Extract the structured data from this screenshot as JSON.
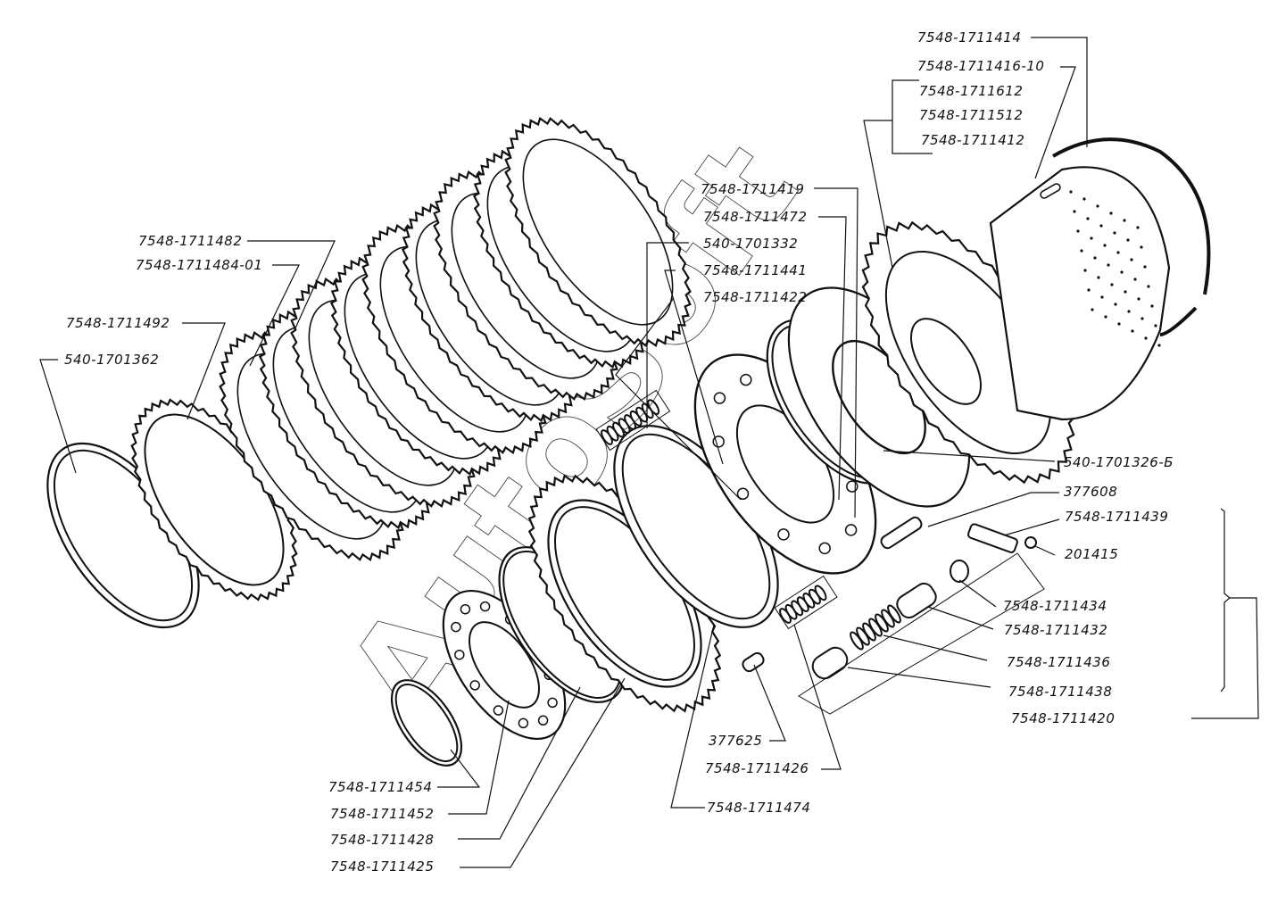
{
  "title": "Clutch assembly exploded view",
  "watermark": "AutoSoft",
  "colors": {
    "ink": "#111111",
    "background": "#ffffff"
  },
  "callouts": [
    {
      "id": "c1",
      "part": "7548-1711414"
    },
    {
      "id": "c2",
      "part": "7548-1711416-10"
    },
    {
      "id": "c3",
      "part": "7548-1711612"
    },
    {
      "id": "c4",
      "part": "7548-1711512"
    },
    {
      "id": "c5",
      "part": "7548-1711412"
    },
    {
      "id": "c6",
      "part": "7548-1711419"
    },
    {
      "id": "c7",
      "part": "7548-1711472"
    },
    {
      "id": "c8",
      "part": "540-1701332"
    },
    {
      "id": "c9",
      "part": "7548-1711441"
    },
    {
      "id": "c10",
      "part": "7548-1711422"
    },
    {
      "id": "c11",
      "part": "7548-1711482"
    },
    {
      "id": "c12",
      "part": "7548-1711484-01"
    },
    {
      "id": "c13",
      "part": "7548-1711492"
    },
    {
      "id": "c14",
      "part": "540-1701362"
    },
    {
      "id": "c15",
      "part": "540-1701326-Б"
    },
    {
      "id": "c16",
      "part": "377608"
    },
    {
      "id": "c17",
      "part": "7548-1711439"
    },
    {
      "id": "c18",
      "part": "201415"
    },
    {
      "id": "c19",
      "part": "7548-1711434"
    },
    {
      "id": "c20",
      "part": "7548-1711432"
    },
    {
      "id": "c21",
      "part": "7548-1711436"
    },
    {
      "id": "c22",
      "part": "7548-1711438"
    },
    {
      "id": "c23",
      "part": "7548-1711420"
    },
    {
      "id": "c24",
      "part": "377625"
    },
    {
      "id": "c25",
      "part": "7548-1711426"
    },
    {
      "id": "c26",
      "part": "7548-1711474"
    },
    {
      "id": "c27",
      "part": "7548-1711454"
    },
    {
      "id": "c28",
      "part": "7548-1711452"
    },
    {
      "id": "c29",
      "part": "7548-1711428"
    },
    {
      "id": "c30",
      "part": "7548-1711425"
    }
  ],
  "clutch_pack": {
    "disc_count": 9
  }
}
